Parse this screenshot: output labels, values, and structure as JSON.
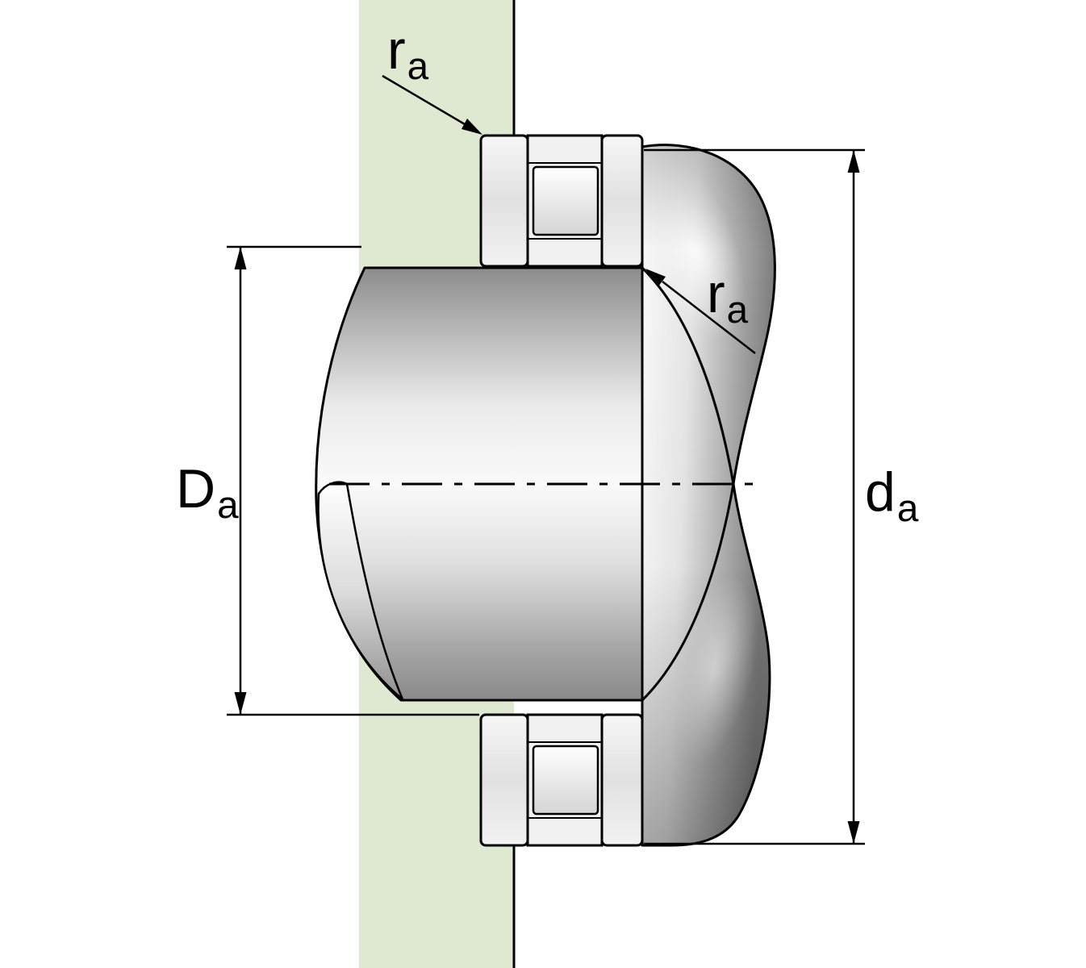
{
  "diagram": {
    "kind": "bearing-mounting-dimension-drawing",
    "labels": {
      "dim_housing": {
        "main": "D",
        "sub": "a"
      },
      "dim_shaft": {
        "main": "d",
        "sub": "a"
      },
      "radius_top": {
        "main": "r",
        "sub": "a"
      },
      "radius_mid": {
        "main": "r",
        "sub": "a"
      }
    },
    "colors": {
      "background": "#ffffff",
      "housing": "#dfe9d2",
      "outline": "#000000",
      "metal_light": "#fafafa",
      "metal_mid": "#d8d8d8",
      "metal_dark": "#838383",
      "bearing": "#ededed"
    }
  }
}
